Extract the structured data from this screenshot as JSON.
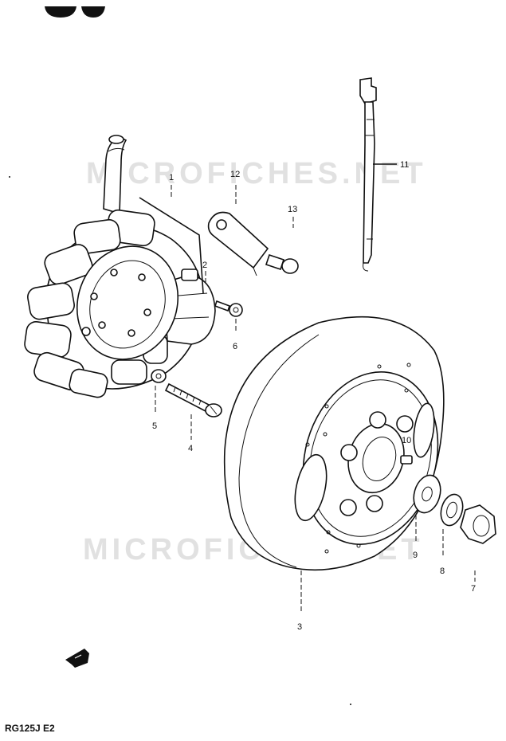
{
  "diagram": {
    "model_code": "RG125J  E2",
    "watermarks": [
      "MICROFICHES.NET",
      "MICROFICHES.NET"
    ],
    "part_labels": [
      "1",
      "2",
      "3",
      "4",
      "5",
      "6",
      "7",
      "8",
      "9",
      "10",
      "11",
      "12",
      "13"
    ],
    "colors": {
      "ink": "#111111",
      "watermark": "#e1e1e1",
      "background": "#ffffff"
    }
  }
}
